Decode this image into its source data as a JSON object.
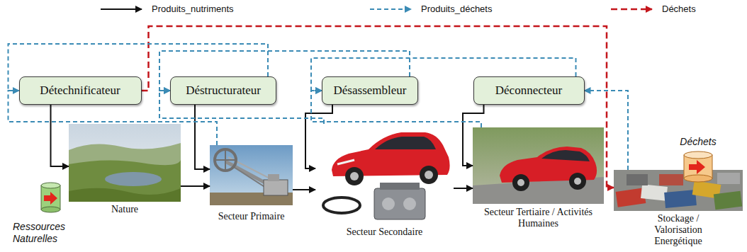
{
  "diagram": {
    "nodes": [
      {
        "text": [
          "Détechnificateur"
        ]
      },
      {
        "text": [
          "Déstructurateur"
        ]
      },
      {
        "text": [
          "Désassembleur"
        ]
      },
      {
        "text": [
          "Déconnecteur"
        ]
      },
      {
        "text": [
          "Nature"
        ]
      },
      {
        "text": [
          "Secteur Primaire"
        ]
      },
      {
        "text": [
          "Secteur Secondaire"
        ]
      },
      {
        "text": [
          "Secteur Tertiaire / Activités Humaines"
        ]
      },
      {
        "text": [
          "Stockage / Valorisation Energétique"
        ]
      }
    ],
    "edges": [
      {
        "from": 4,
        "to": 5,
        "arrow": "to"
      },
      {
        "from": 5,
        "to": 6,
        "arrow": "to"
      },
      {
        "from": 6,
        "to": 7,
        "arrow": "to"
      },
      {
        "from": 0,
        "to": 4,
        "arrow": "to"
      },
      {
        "from": 1,
        "to": 5,
        "arrow": "to"
      },
      {
        "from": 2,
        "to": 6,
        "arrow": "to"
      },
      {
        "from": 3,
        "to": 7,
        "arrow": "to"
      },
      {
        "from": 0,
        "to": 8,
        "arrow": "to"
      },
      {
        "from": 1,
        "to": 0,
        "arrow": "to"
      },
      {
        "from": 2,
        "to": 1,
        "arrow": "to"
      },
      {
        "from": 3,
        "to": 2,
        "arrow": "to"
      },
      {
        "from": 5,
        "to": 0,
        "arrow": "to"
      },
      {
        "from": 6,
        "to": 1,
        "arrow": "to"
      },
      {
        "from": 7,
        "to": 2,
        "arrow": "to"
      },
      {
        "from": 8,
        "to": 3,
        "arrow": "to"
      }
    ],
    "labels": [
      "Ressources Naturelles",
      "Déchets"
    ],
    "legend": [
      {
        "text": "Produits_nutriments"
      },
      {
        "text": "Produits_déchets"
      },
      {
        "text": "Déchets"
      }
    ]
  }
}
